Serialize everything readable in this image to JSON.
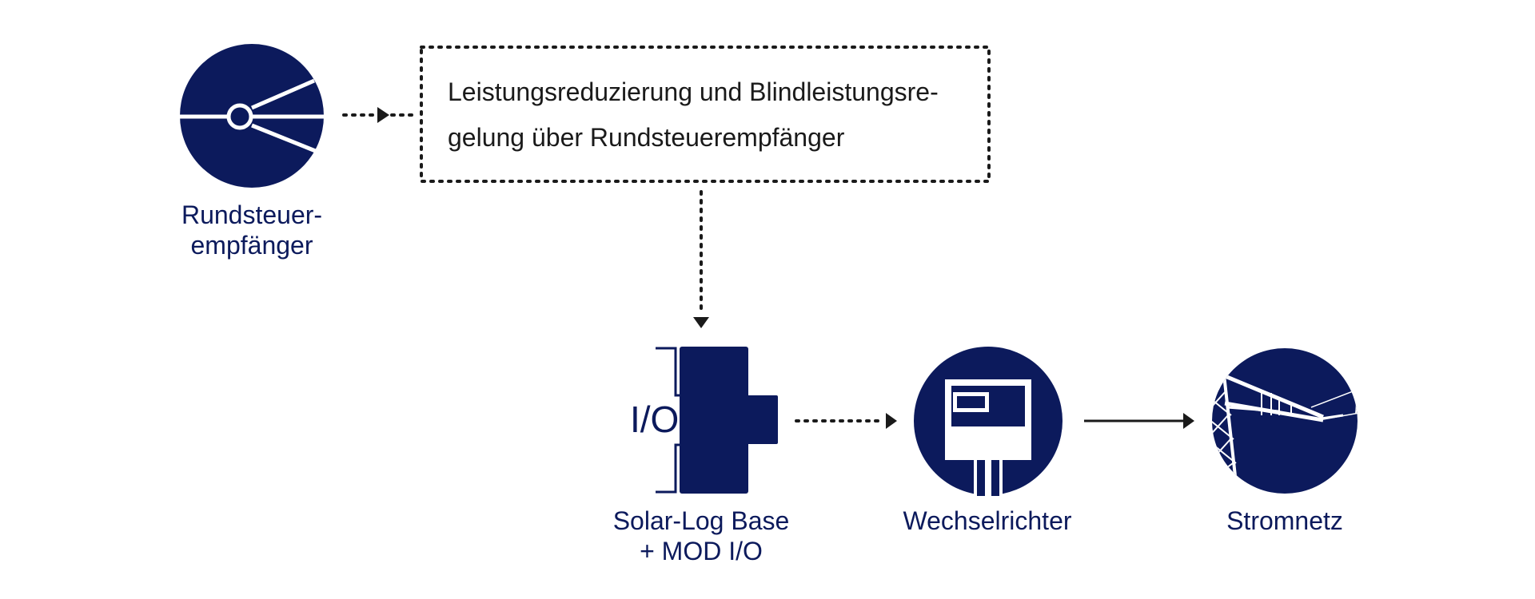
{
  "colors": {
    "navy": "#0c1a5c",
    "text": "#1a1a1a",
    "background": "#ffffff"
  },
  "description": {
    "line1": "Leistungsreduzierung und Blindleistungsre-",
    "line2": "gelung über Rundsteuerempfänger"
  },
  "nodes": {
    "receiver": {
      "line1": "Rundsteuer-",
      "line2": "empfänger",
      "icon": "ripple-control-receiver-icon"
    },
    "solarlog": {
      "line1": "Solar-Log Base",
      "line2": "+ MOD I/O",
      "io_label": "I/O",
      "icon": "solar-log-device-icon"
    },
    "inverter": {
      "label": "Wechselrichter",
      "icon": "inverter-icon"
    },
    "grid": {
      "label": "Stromnetz",
      "icon": "power-pylon-icon"
    }
  }
}
